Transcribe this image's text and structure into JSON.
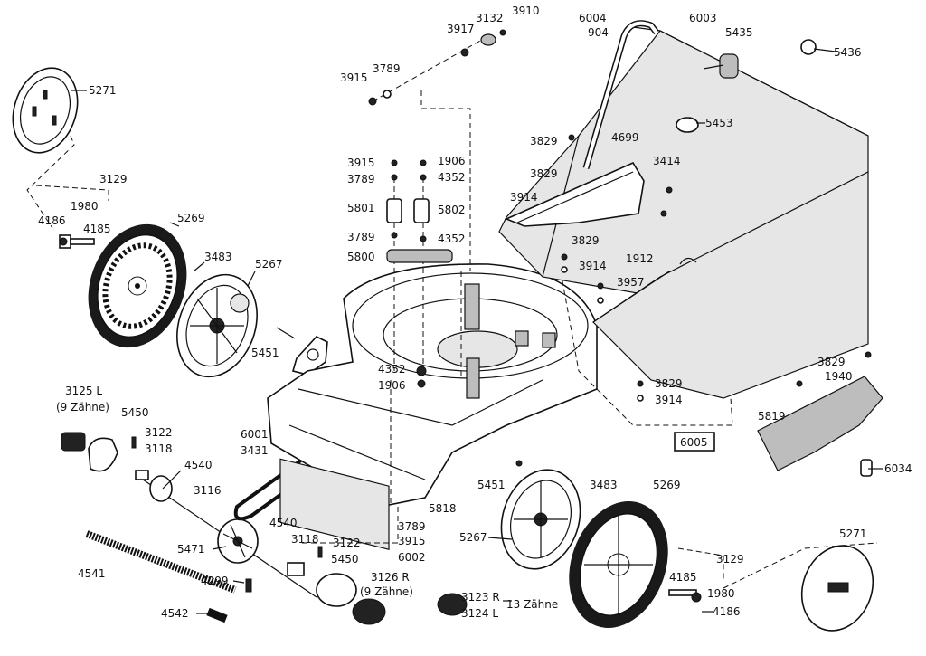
{
  "labels": {
    "p5271a": "5271",
    "p3129a": "3129",
    "p1980a": "1980",
    "p4186a": "4186",
    "p4185a": "4185",
    "p5269a": "5269",
    "p3483a": "3483",
    "p5267a": "5267",
    "p5451a": "5451",
    "p3125L": "3125 L",
    "p9za": "(9 Zähne)",
    "p5450a": "5450",
    "p3122a": "3122",
    "p3118a": "3118",
    "p4540a": "4540",
    "p3116": "3116",
    "p6001": "6001",
    "p3431": "3431",
    "p4541": "4541",
    "p5471": "5471",
    "p4299": "4299",
    "p4540b": "4540",
    "p3118b": "3118",
    "p3122b": "3122",
    "p5450b": "5450",
    "p3126R": "3126 R",
    "p9zb": "(9 Zähne)",
    "p4542": "4542",
    "p3123R": "3123 R",
    "p3124L": "3124 L",
    "p13z": "13 Zähne",
    "p3915a": "3915",
    "p3789a": "3789",
    "p3917": "3917",
    "p3132": "3132",
    "p3910": "3910",
    "p6004": "6004",
    "p904": "904",
    "p6003": "6003",
    "p5435": "5435",
    "p5436": "5436",
    "p5453": "5453",
    "p3829a": "3829",
    "p4699": "4699",
    "p3414": "3414",
    "p3829b": "3829",
    "p3914a": "3914",
    "p3915b": "3915",
    "p1906a": "1906",
    "p3789b": "3789",
    "p4352a": "4352",
    "p5801": "5801",
    "p5802": "5802",
    "p3789c": "3789",
    "p4352b": "4352",
    "p5800": "5800",
    "p3829c": "3829",
    "p3914b": "3914",
    "p1912": "1912",
    "p3957": "3957",
    "p4352c": "4352",
    "p1906b": "1906",
    "p3829d": "3829",
    "p3914c": "3914",
    "p6005": "6005",
    "p3829e": "3829",
    "p1940": "1940",
    "p5819": "5819",
    "p6034": "6034",
    "p5451b": "5451",
    "p5818": "5818",
    "p3789d": "3789",
    "p3915c": "3915",
    "p6002": "6002",
    "p5267b": "5267",
    "p3483b": "3483",
    "p5269b": "5269",
    "p3129b": "3129",
    "p4185b": "4185",
    "p1980b": "1980",
    "p4186b": "4186",
    "p5271b": "5271"
  }
}
